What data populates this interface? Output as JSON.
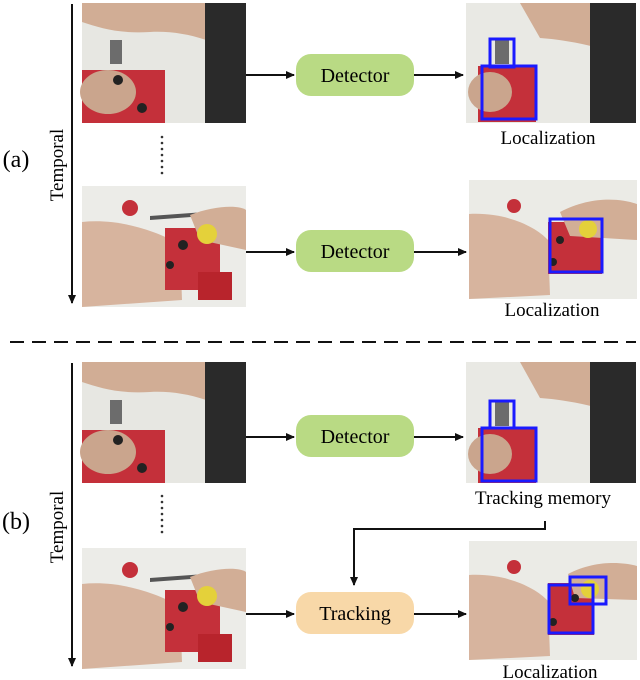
{
  "panels": [
    {
      "tag": "(a)",
      "axis_label": "Temporal",
      "rows": [
        {
          "module": "Detector",
          "output_label": "Localization"
        },
        {
          "module": "Detector",
          "output_label": "Localization"
        }
      ]
    },
    {
      "tag": "(b)",
      "axis_label": "Temporal",
      "rows": [
        {
          "module": "Detector",
          "output_label": "Tracking memory"
        },
        {
          "module": "Tracking",
          "output_label": "Localization"
        }
      ]
    }
  ],
  "colors": {
    "detector_fill": "#b9da84",
    "tracking_fill": "#f8d8a8",
    "box_stroke": "#1a1aff",
    "separator": "#111111"
  }
}
